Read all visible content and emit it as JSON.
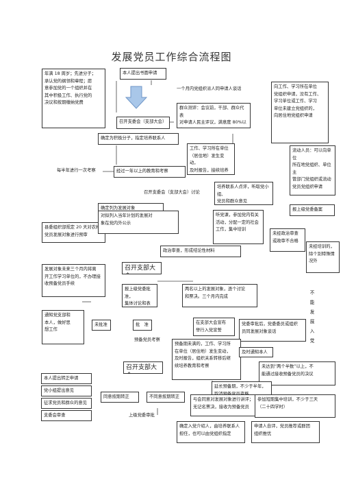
{
  "title": "发展党员工作综合流程图",
  "nodes": {
    "age18": "年满 18 周岁；先进分子；\n承认党的纲领和章程；愿\n意参加党的一个组织并在\n其中积极工作、执行党的\n决议和按期缴纳党费",
    "apply": "本人提出书面申请",
    "talk": "一个月内党组织派人同申请人谈话",
    "committee1": "召开支委会（支部大会）",
    "evaluate": "群众测评：会议前，干部、群众代表\n对申请人民主评议，满意度 80%以上",
    "designate": "确定为积极分子，指定培养联系人",
    "moveout": "向工作、学习所在单位\n党组织申请，没有工作、\n学习单位或工作、学习\n单位未建立党组织的，\n向居住地党组织申请",
    "review": "工作、学习所在单位\n（居住地）发生变动，\n及时报告，接续培养",
    "migrant": "流动人员：可以向单位\n所在地党组织、单位主\n管部门党组织或流动\n党员党组织申请",
    "every_half": "每半年进行一次考察",
    "educate": "经过一年以上的教育和考察",
    "committee2": "召开支委会（支部大会）讨论",
    "opinion": "培养联系人点评，听取党小组、\n党员和群众意见",
    "report_up": "报上级党委备案",
    "target": "确定列为发展对象",
    "decide_20": "县委组织部规定 20 天对农村\n党员发展对象进行预审",
    "plan": "对拟列入当年计划的发展对\n象在党内外公示",
    "listen": "听党课，参加党内有关\n活动，分配一定的社会\n工作，集中培训",
    "no_train": "未经政治审查\n或政审不合格",
    "political": "政治审查，形成结论性材料",
    "not_trained": "未经培训的，\n除个别特殊情\n况外",
    "three_month": "发展对象未来三个月内将离\n开工作学习单位的，不办理接\n收预备党员手续",
    "branch_meeting1": "召开支部大会",
    "report_committee": "报上级党委批准，\n集体讨论和表决",
    "two_people": "两名以上的发展对象，逐个讨论\n和票决。三个月内完成",
    "notify": "通知党支部和\n本人，做好思\n想工作",
    "not_approved": "未批准",
    "approved": "批　准",
    "branch_assembly": "在支部大会宣布\n举行入党宣誓",
    "party_approve": "党委审批后，党委委员或组织\n员同发展对象谈话",
    "probation_check": "预备党员考察",
    "probation_move": "预备期未满的，工作、学习所\n在单位（居住地）发生变动，\n及时报告，组织关系转移后继\n续培养教育和考察",
    "notify_self": "及时通知本人",
    "branch_meeting2": "召开支部大会",
    "half_votes": "未达到“两个半数”以上，不\n能通过接收预备党员的决议",
    "apply_regular": "本人提出转正申请",
    "group_opinion": "党小组提出意见",
    "collect": "征求党员和群众的意见",
    "committee_review": "支委会审查",
    "agree": "同意按期转正",
    "disagree": "不同意按期转正",
    "extend": "延长预备期，不少于半年，\n取消预备党员资格",
    "vote": "与会同意对发展对象进行讲评；\n无记名票决，接收为预备党员",
    "training": "参加短期集中培训，不少于三天\n（二十四学时）",
    "report_approve": "上级党委审批",
    "confirm": "确定入党介绍人，由培养联系人\n担任，也可以由党组织指定",
    "apply_self": "申请人自评，党员推荐或群团\n组织推优",
    "not_admitted": "不\n能\n发\n展\n入\n党"
  }
}
